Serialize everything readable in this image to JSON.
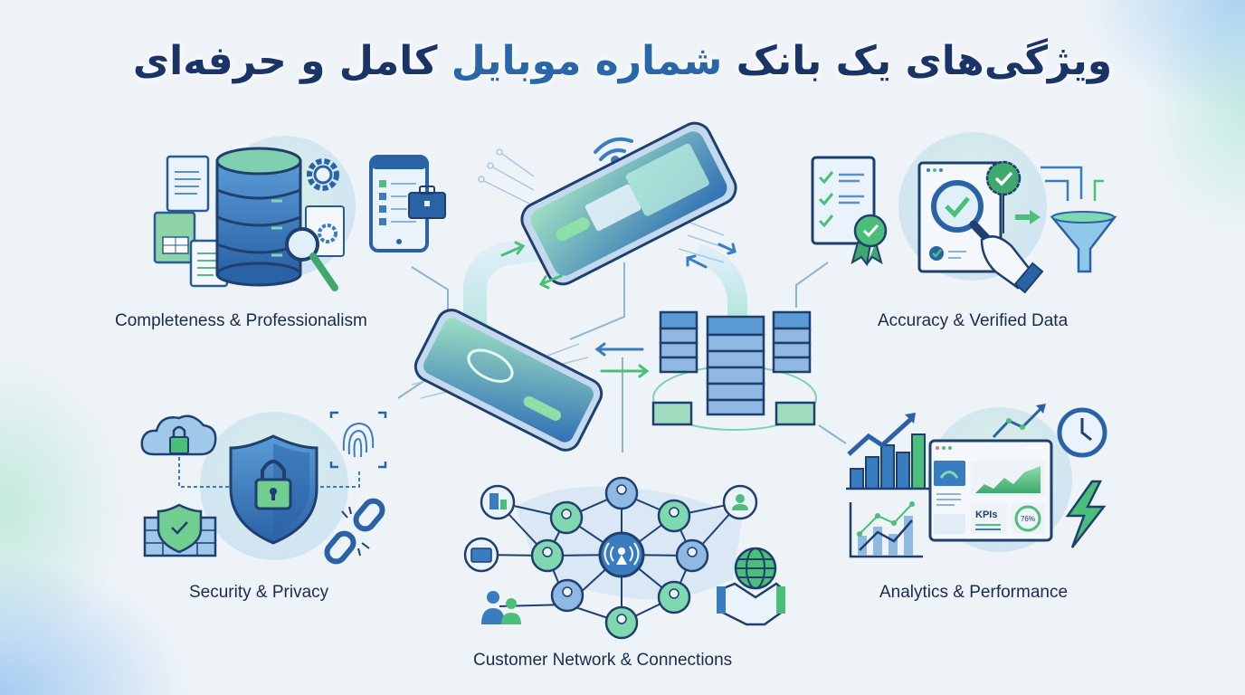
{
  "title": {
    "full": "ویژگی‌های یک بانک شماره موبایل کامل و حرفه‌ای",
    "part1": "ویژگی‌های یک بانک ",
    "highlight": "شماره موبایل",
    "part2": " کامل و حرفه‌ای"
  },
  "colors": {
    "title": "#1b3468",
    "title_highlight": "#2a67a8",
    "primary_blue": "#2f6fb5",
    "dark_outline": "#1f3f6e",
    "accent_green": "#4bbf7a",
    "light_circle": "#d6efe6",
    "background": "#eef3f8"
  },
  "center": {
    "icons": [
      "smartphone-top",
      "smartphone-bottom",
      "server-cluster",
      "wifi-signal",
      "data-flow-arrows"
    ]
  },
  "features": [
    {
      "id": "completeness",
      "label": "Completeness & Professionalism",
      "icons": [
        "document-icon",
        "spreadsheet-icon",
        "database-icon",
        "gear-icon",
        "magnifier-icon",
        "phone-list-icon",
        "briefcase-icon"
      ]
    },
    {
      "id": "accuracy",
      "label": "Accuracy & Verified Data",
      "icons": [
        "checklist-icon",
        "award-badge-icon",
        "magnifier-check-icon",
        "verified-badge-icon",
        "hand-icon",
        "funnel-icon"
      ]
    },
    {
      "id": "security",
      "label": "Security & Privacy",
      "icons": [
        "cloud-lock-icon",
        "shield-lock-icon",
        "fingerprint-icon",
        "firewall-icon",
        "broken-chain-icon"
      ]
    },
    {
      "id": "network",
      "label": "Customer Network & Connections",
      "icons": [
        "building-icon",
        "briefcase-icon",
        "people-icon",
        "user-nodes-icon",
        "broadcast-hub-icon",
        "group-icon",
        "globe-handshake-icon"
      ]
    },
    {
      "id": "analytics",
      "label": "Analytics & Performance",
      "icons": [
        "bar-chart-up-icon",
        "line-chart-icon",
        "dashboard-icon",
        "clock-icon",
        "lightning-icon",
        "trend-arrow-icon"
      ],
      "dashboard": {
        "kpi_label": "KPIs",
        "percent": "76%"
      }
    }
  ]
}
